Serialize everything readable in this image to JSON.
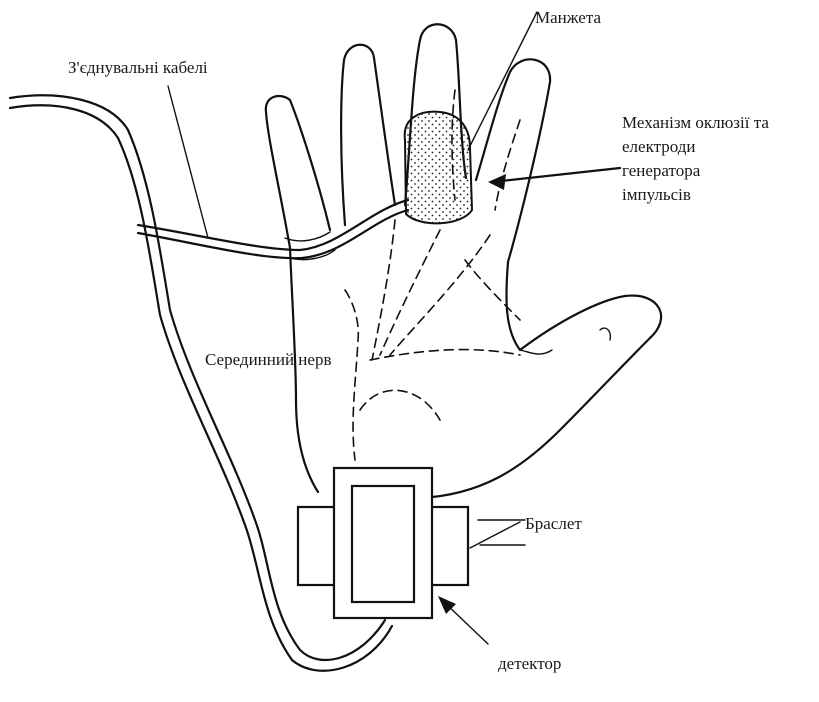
{
  "labels": {
    "cables": "З'єднувальні кабелі",
    "cuff": "Манжета",
    "mechanism": "Механізм оклюзії та\nелектроди\nгенератора\nімпульсів",
    "nerve": "Серединний нерв",
    "bracelet": "Браслет",
    "detector": "детектор"
  }
}
